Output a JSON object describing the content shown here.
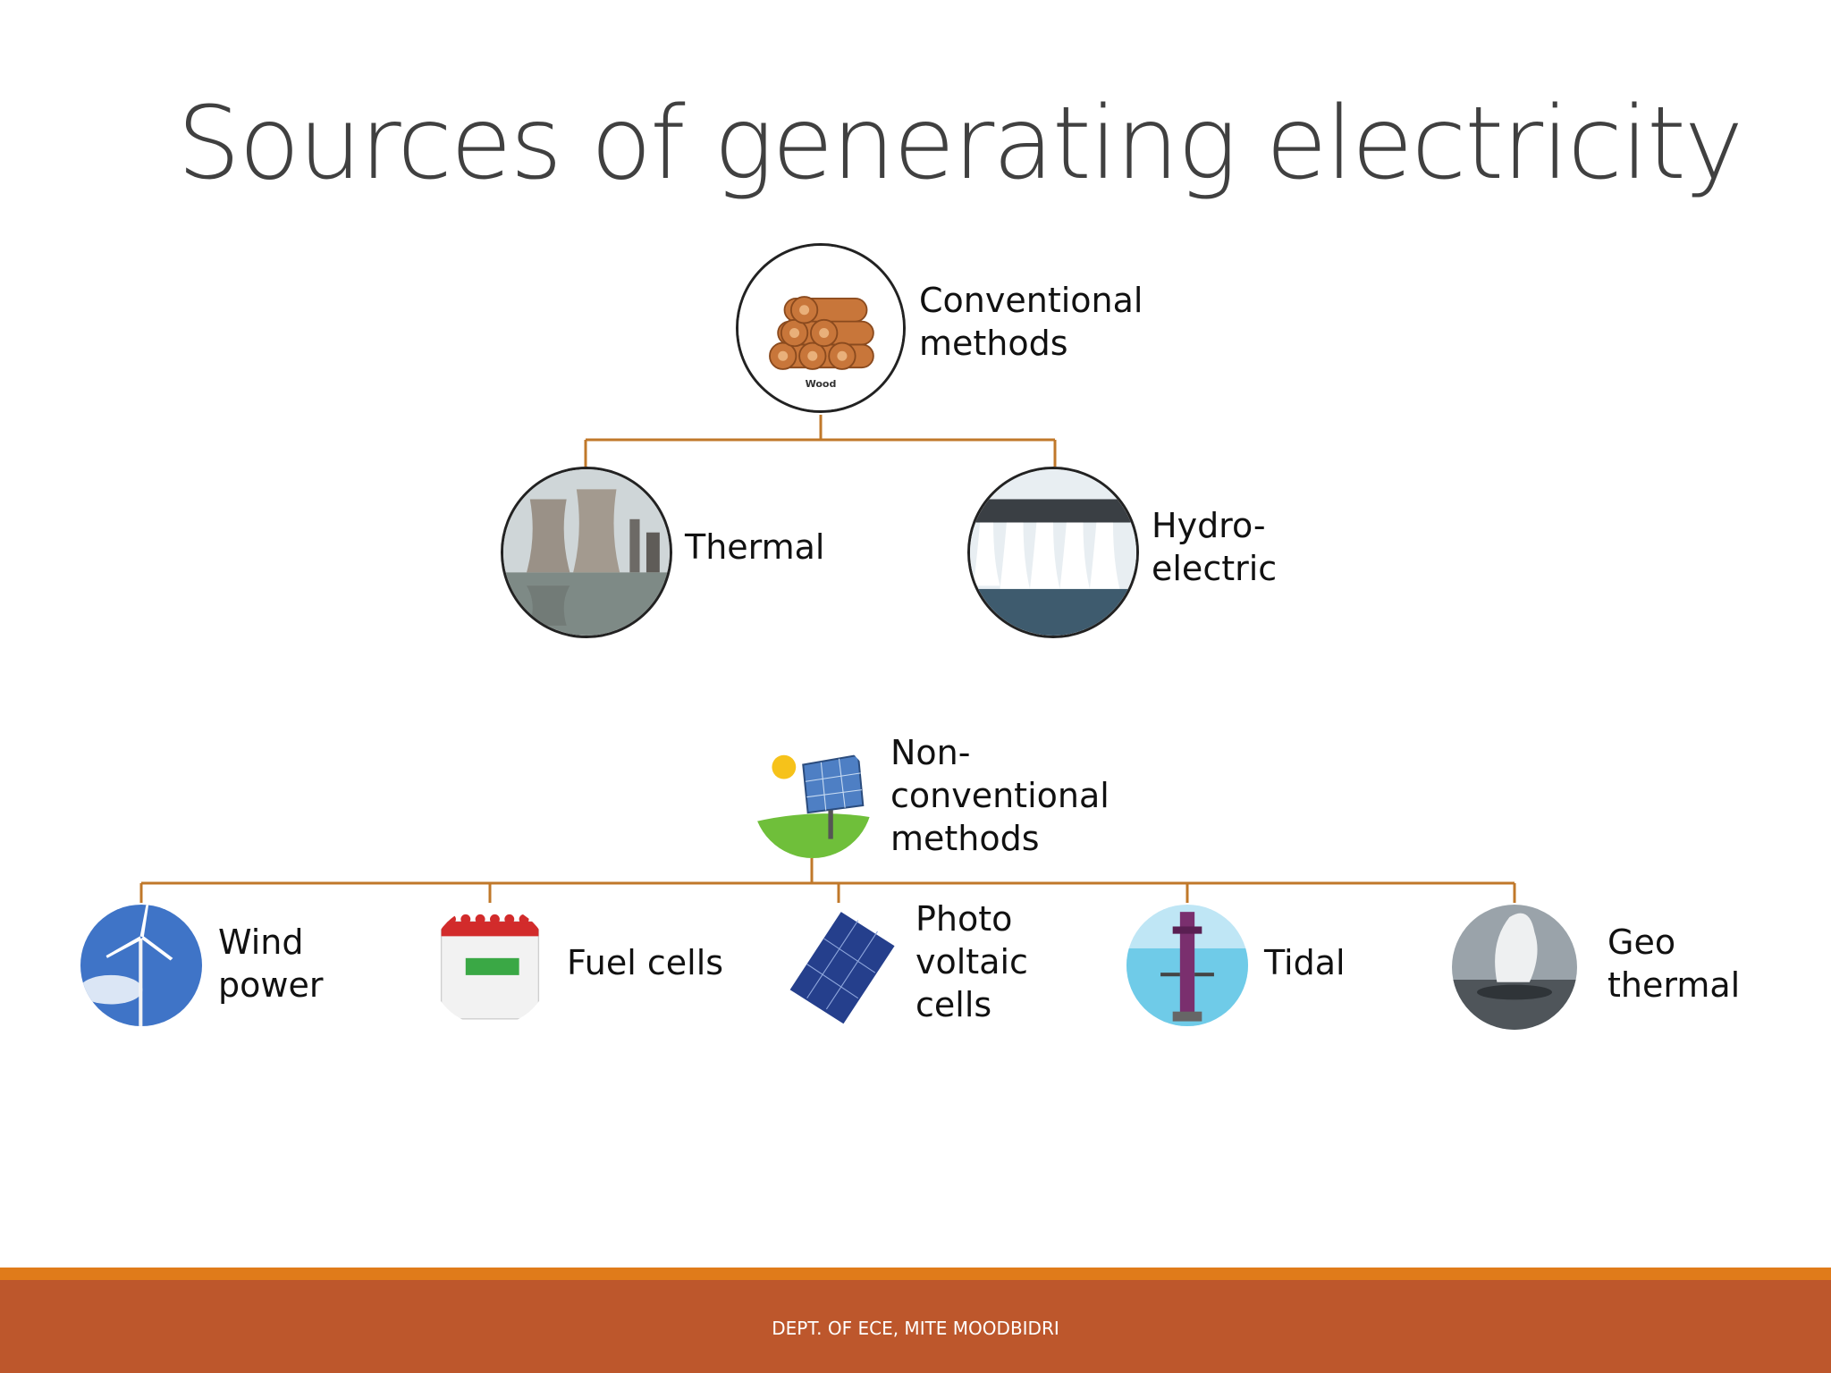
{
  "title": "Sources of generating electricity",
  "conventional": {
    "label": "Conventional\nmethods",
    "image_caption": "Wood",
    "children": [
      {
        "label": "Thermal"
      },
      {
        "label": "Hydro-\nelectric"
      }
    ]
  },
  "non_conventional": {
    "label": "Non-\nconventional\nmethods",
    "children": [
      {
        "label": "Wind\npower"
      },
      {
        "label": "Fuel cells"
      },
      {
        "label": "Photo\nvoltaic\ncells"
      },
      {
        "label": "Tidal"
      },
      {
        "label": "Geo\nthermal"
      }
    ]
  },
  "footer": "DEPT. OF ECE, MITE MOODBIDRI",
  "colors": {
    "connector": "#c0782a",
    "footer_bar": "#bd572c",
    "footer_accent": "#e07b1a",
    "title": "#404040"
  }
}
